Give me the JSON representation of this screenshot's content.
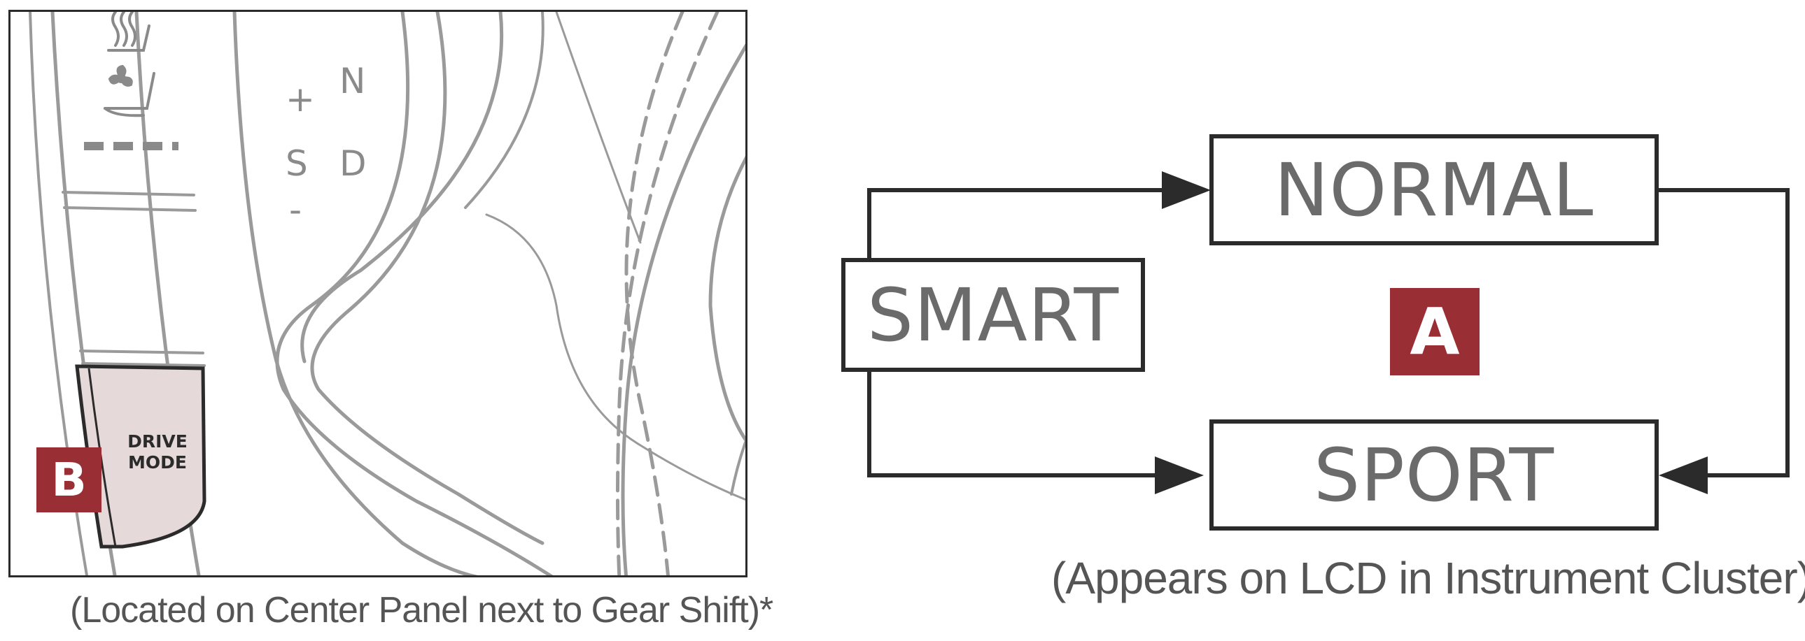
{
  "gear_panel": {
    "gear_plus": "+",
    "gear_n": "N",
    "gear_s": "S",
    "gear_d": "D",
    "gear_minus": "-",
    "drive_mode_line1": "DRIVE",
    "drive_mode_line2": "MODE",
    "badge_b": "B",
    "caption": "(Located on Center Panel next to Gear Shift)*"
  },
  "mode_cycle": {
    "modes": {
      "normal": "NORMAL",
      "smart": "SMART",
      "sport": "SPORT"
    },
    "badge_a": "A",
    "caption": "(Appears on LCD in Instrument Cluster)"
  },
  "colors": {
    "badge": "#9a2e35",
    "drive_button_fill": "#e6d9da",
    "line": "#2b2b2b",
    "illustration_line": "#9a9a9a"
  },
  "icons": [
    "seat-heater-icon",
    "seat-ventilation-icon"
  ]
}
